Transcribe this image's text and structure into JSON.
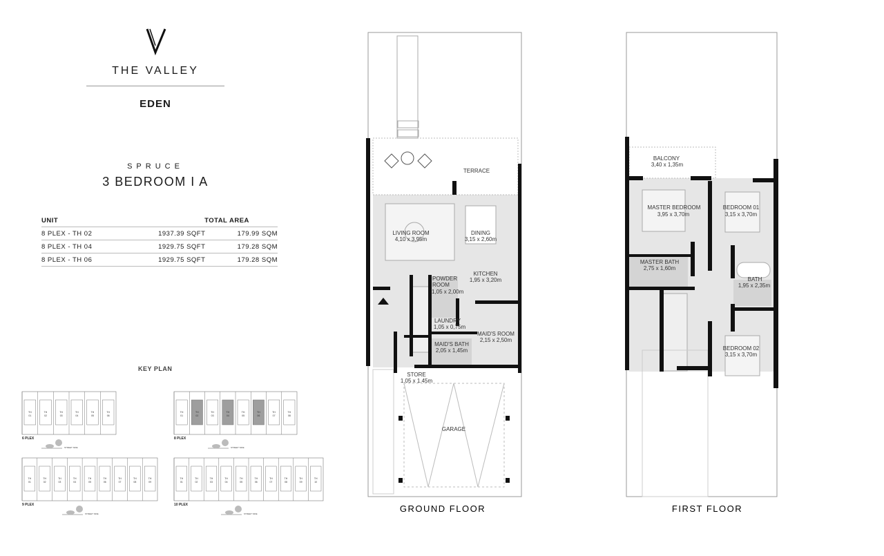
{
  "brand": {
    "logo_letter": "V",
    "name": "THE VALLEY",
    "project": "EDEN"
  },
  "unit_type": {
    "collection": "SPRUCE",
    "title": "3 BEDROOM I A"
  },
  "area_table": {
    "headers": {
      "unit": "UNIT",
      "total_area": "TOTAL AREA"
    },
    "rows": [
      {
        "unit": "8 PLEX - TH 02",
        "sqft": "1937.39 SQFT",
        "sqm": "179.99 SQM"
      },
      {
        "unit": "8 PLEX - TH 04",
        "sqft": "1929.75 SQFT",
        "sqm": "179.28 SQM"
      },
      {
        "unit": "8 PLEX - TH 06",
        "sqft": "1929.75 SQFT",
        "sqm": "179.28 SQM"
      }
    ]
  },
  "key_plan": {
    "title": "KEY PLAN",
    "street_label": "STREET SIDE",
    "highlight_color": "#9e9e9e",
    "plexes": [
      {
        "label": "6 PLEX",
        "units": [
          "TH 01",
          "TH 02",
          "TH 03",
          "TH 04",
          "TH 05",
          "TH 06"
        ],
        "highlighted": []
      },
      {
        "label": "8 PLEX",
        "units": [
          "TH 01",
          "TH 02",
          "TH 03",
          "TH 04",
          "TH 05",
          "TH 06",
          "TH 07",
          "TH 08"
        ],
        "highlighted": [
          "TH 02",
          "TH 04",
          "TH 06"
        ]
      },
      {
        "label": "9 PLEX",
        "units": [
          "TH 01",
          "TH 02",
          "TH 03",
          "TH 04",
          "TH 05",
          "TH 06",
          "TH 07",
          "TH 08",
          "TH 09"
        ],
        "highlighted": []
      },
      {
        "label": "10 PLEX",
        "units": [
          "TH 01",
          "TH 02",
          "TH 03",
          "TH 04",
          "TH 05",
          "TH 06",
          "TH 07",
          "TH 08",
          "TH 09",
          "TH 10"
        ],
        "highlighted": []
      }
    ]
  },
  "ground_floor": {
    "label": "GROUND FLOOR",
    "rooms": {
      "terrace": {
        "name": "TERRACE"
      },
      "living": {
        "name": "LIVING ROOM",
        "size": "4,10 x 3,95m"
      },
      "dining": {
        "name": "DINING",
        "size": "3,15 x 2,60m"
      },
      "kitchen": {
        "name": "KITCHEN",
        "size": "1,95 x 3,20m"
      },
      "powder": {
        "name1": "POWDER",
        "name2": "ROOM",
        "size": "1,05 x 2,00m"
      },
      "laundry": {
        "name": "LAUNDRY",
        "size": "1,05 x 0,75m"
      },
      "maids_room": {
        "name": "MAID'S ROOM",
        "size": "2,15 x 2,50m"
      },
      "maids_bath": {
        "name": "MAID'S BATH",
        "size": "2,05 x 1,45m"
      },
      "store": {
        "name": "STORE",
        "size": "1.05 x 1.45m"
      },
      "garage": {
        "name": "GARAGE"
      }
    }
  },
  "first_floor": {
    "label": "FIRST FLOOR",
    "rooms": {
      "balcony": {
        "name": "BALCONY",
        "size": "3,40 x 1,35m"
      },
      "master_bedroom": {
        "name": "MASTER BEDROOM",
        "size": "3,95 x 3,70m"
      },
      "bedroom01": {
        "name": "BEDROOM 01",
        "size": "3,15 x 3,70m"
      },
      "master_bath": {
        "name": "MASTER BATH",
        "size": "2,75 x 1,60m"
      },
      "bath": {
        "name": "BATH",
        "size": "1,95 x 2,35m"
      },
      "bedroom02": {
        "name": "BEDROOM 02",
        "size": "3,15 x 3,70m"
      }
    }
  },
  "colors": {
    "wall": "#111111",
    "floor_fill": "#e6e6e6",
    "wet_fill": "#d4d4d4",
    "outline": "#999999"
  }
}
